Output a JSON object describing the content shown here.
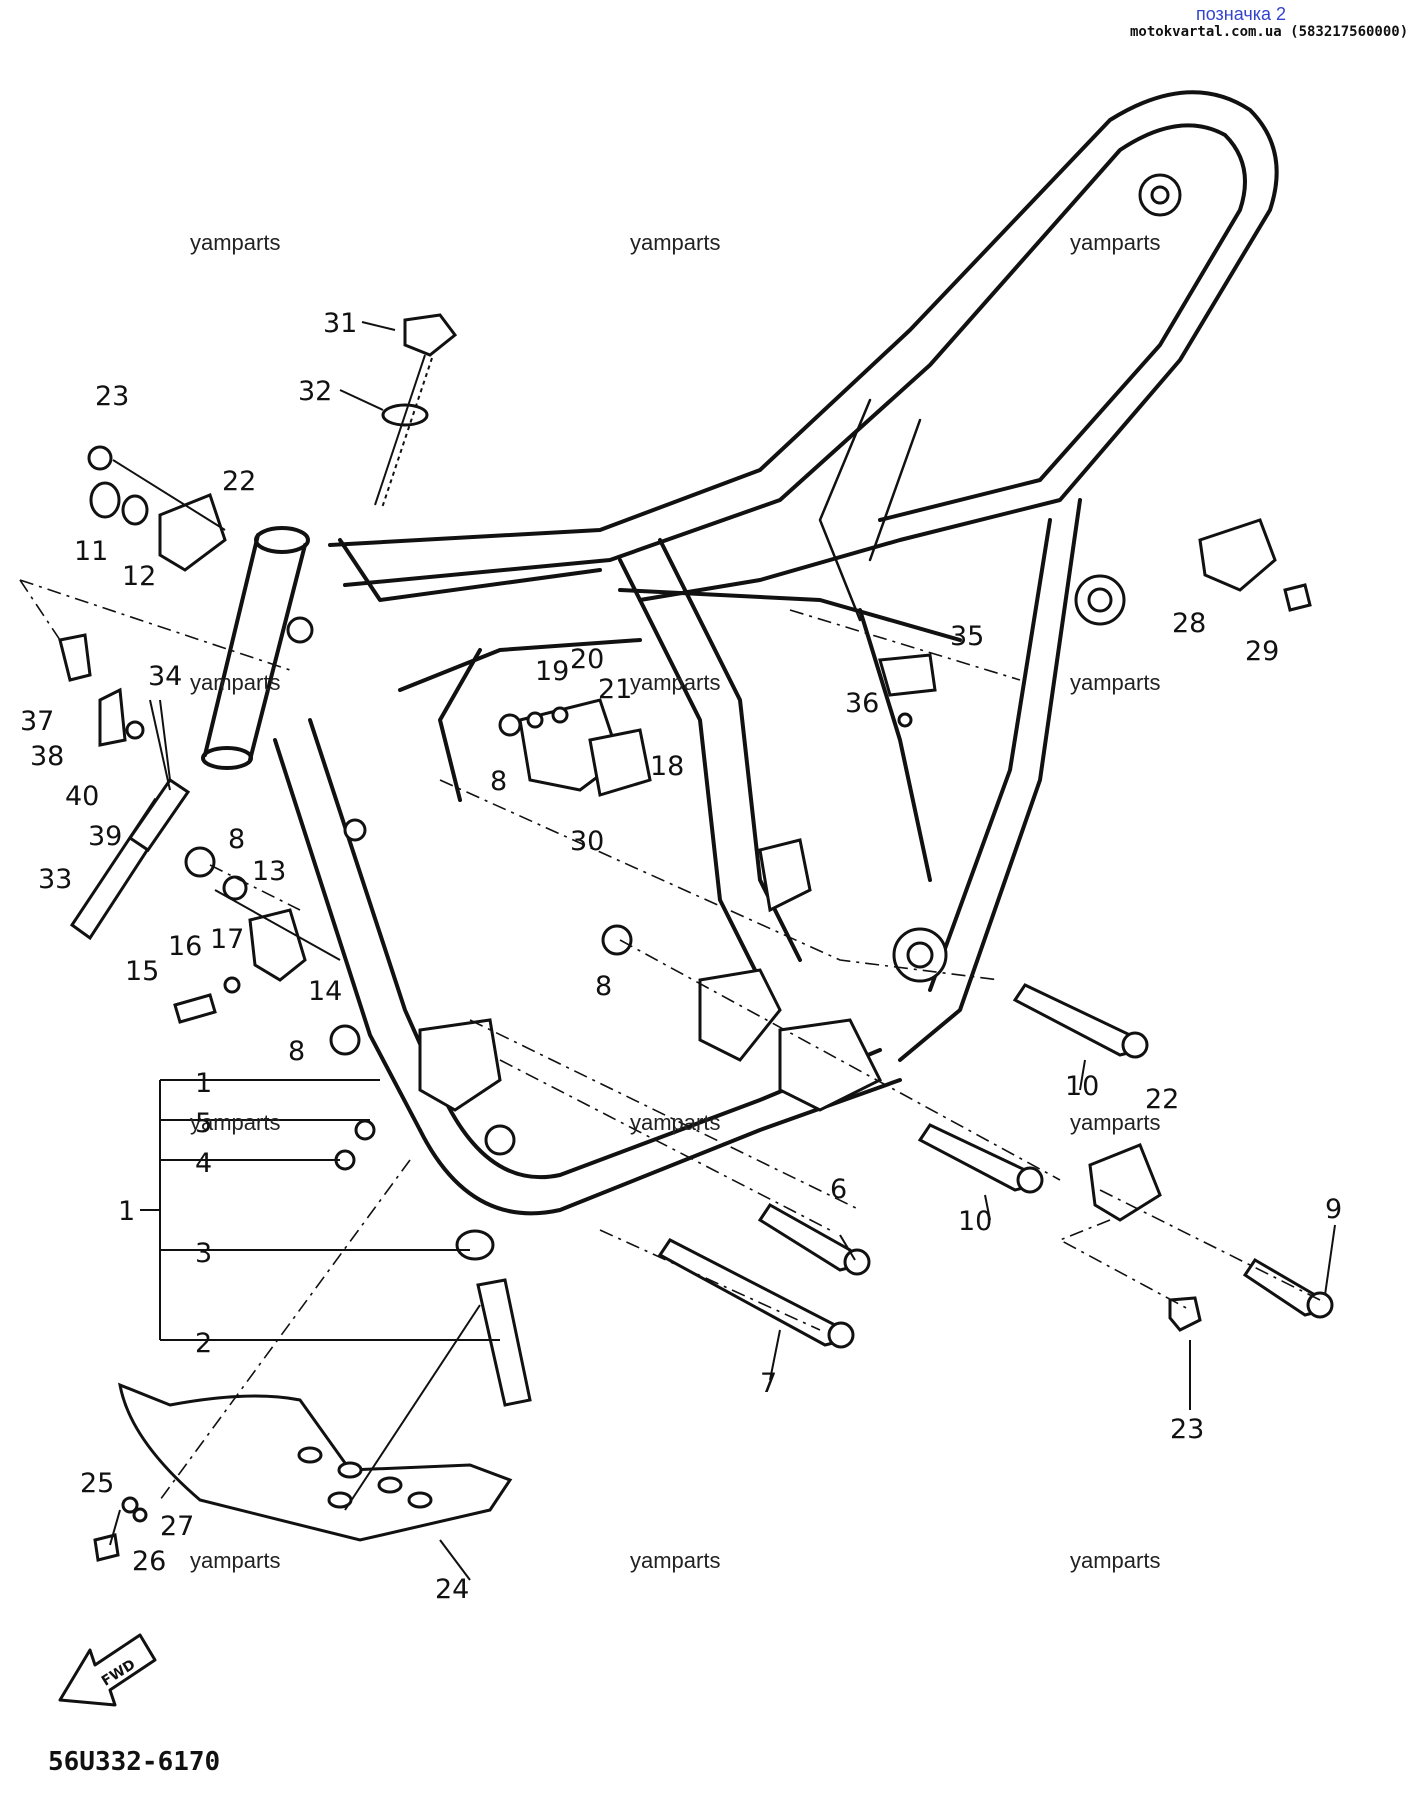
{
  "header": {
    "link_text": "позначка 2",
    "site_text": "motokvartal.com.ua (583217560000)"
  },
  "watermark": "yamparts",
  "diagram_code": "56U332-6170",
  "fwd_label": "FWD",
  "callouts": [
    {
      "id": "c31",
      "text": "31"
    },
    {
      "id": "c32",
      "text": "32"
    },
    {
      "id": "c23a",
      "text": "23"
    },
    {
      "id": "c22a",
      "text": "22"
    },
    {
      "id": "c11",
      "text": "11"
    },
    {
      "id": "c12",
      "text": "12"
    },
    {
      "id": "c34",
      "text": "34"
    },
    {
      "id": "c37",
      "text": "37"
    },
    {
      "id": "c38",
      "text": "38"
    },
    {
      "id": "c40",
      "text": "40"
    },
    {
      "id": "c39",
      "text": "39"
    },
    {
      "id": "c33",
      "text": "33"
    },
    {
      "id": "c8a",
      "text": "8"
    },
    {
      "id": "c13",
      "text": "13"
    },
    {
      "id": "c16",
      "text": "16"
    },
    {
      "id": "c17",
      "text": "17"
    },
    {
      "id": "c15",
      "text": "15"
    },
    {
      "id": "c14",
      "text": "14"
    },
    {
      "id": "c8b",
      "text": "8"
    },
    {
      "id": "c1a",
      "text": "1"
    },
    {
      "id": "c5",
      "text": "5"
    },
    {
      "id": "c4",
      "text": "4"
    },
    {
      "id": "c1b",
      "text": "1"
    },
    {
      "id": "c3",
      "text": "3"
    },
    {
      "id": "c2",
      "text": "2"
    },
    {
      "id": "c25",
      "text": "25"
    },
    {
      "id": "c27",
      "text": "27"
    },
    {
      "id": "c26",
      "text": "26"
    },
    {
      "id": "c24",
      "text": "24"
    },
    {
      "id": "c19",
      "text": "19"
    },
    {
      "id": "c20",
      "text": "20"
    },
    {
      "id": "c21",
      "text": "21"
    },
    {
      "id": "c18",
      "text": "18"
    },
    {
      "id": "c8c",
      "text": "8"
    },
    {
      "id": "c30",
      "text": "30"
    },
    {
      "id": "c8d",
      "text": "8"
    },
    {
      "id": "c35",
      "text": "35"
    },
    {
      "id": "c36",
      "text": "36"
    },
    {
      "id": "c28",
      "text": "28"
    },
    {
      "id": "c29",
      "text": "29"
    },
    {
      "id": "c10a",
      "text": "10"
    },
    {
      "id": "c22b",
      "text": "22"
    },
    {
      "id": "c6",
      "text": "6"
    },
    {
      "id": "c10b",
      "text": "10"
    },
    {
      "id": "c9",
      "text": "9"
    },
    {
      "id": "c7",
      "text": "7"
    },
    {
      "id": "c23b",
      "text": "23"
    }
  ]
}
